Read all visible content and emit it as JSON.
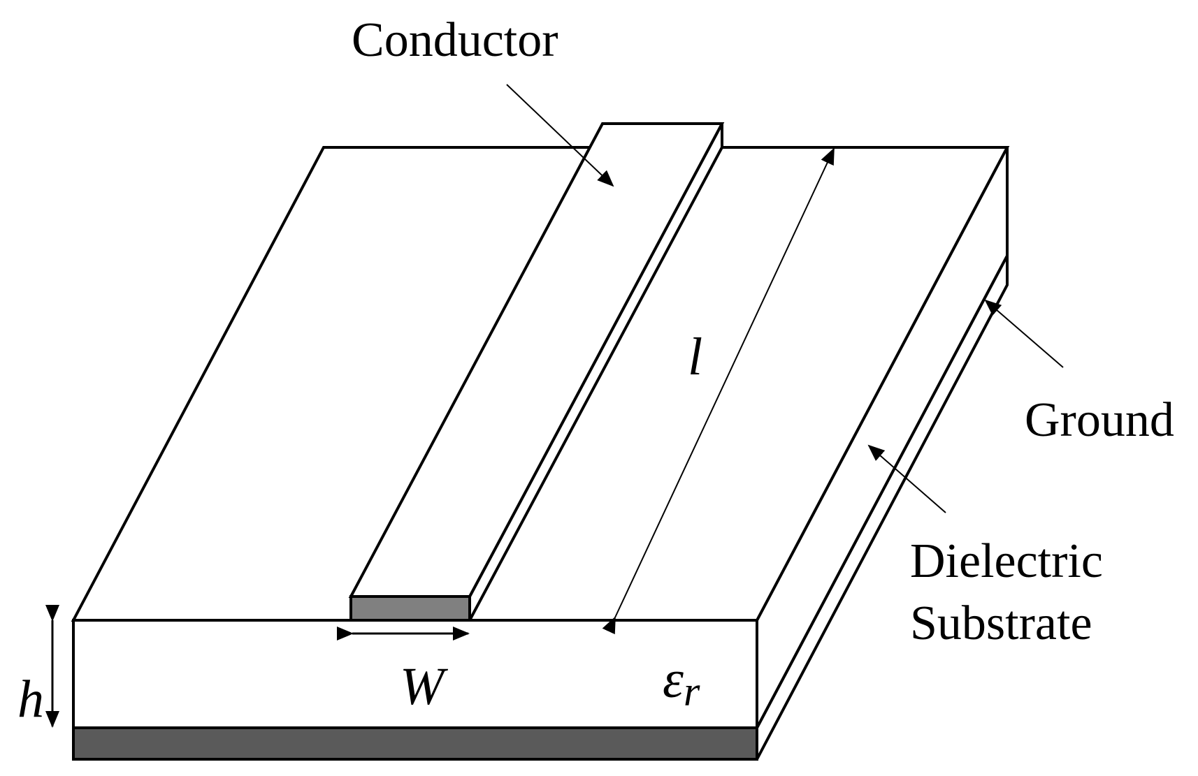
{
  "labels": {
    "conductor": "Conductor",
    "ground": "Ground",
    "dielectric_line1": "Dielectric",
    "dielectric_line2": "Substrate"
  },
  "symbols": {
    "length": "l",
    "width": "W",
    "height": "h",
    "permittivity": "ε",
    "permittivity_sub": "r"
  },
  "colors": {
    "conductor_front": "#808080",
    "ground_front": "#5a5a5a",
    "line": "#000000",
    "fill": "#ffffff"
  }
}
